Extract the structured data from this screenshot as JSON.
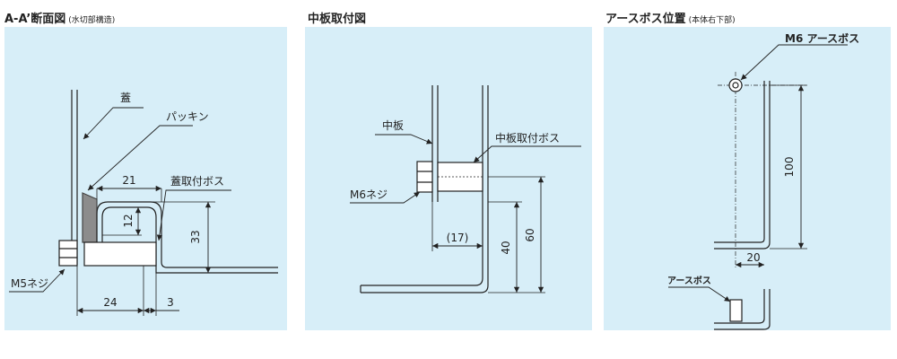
{
  "panels": [
    {
      "title": "A-A’断面図",
      "subtitle": "(水切部構造)"
    },
    {
      "title": "中板取付図",
      "subtitle": ""
    },
    {
      "title": "アースボス位置",
      "subtitle": "(本体右下部)"
    }
  ],
  "section_aa": {
    "labels": {
      "lid": "蓋",
      "packing": "パッキン",
      "lid_boss": "蓋取付ボス",
      "screw": "M5ネジ"
    },
    "dims": {
      "d21": "21",
      "d12": "12",
      "d33": "33",
      "d24": "24",
      "d3": "3"
    }
  },
  "middle_plate": {
    "labels": {
      "plate": "中板",
      "boss": "中板取付ボス",
      "screw": "M6ネジ"
    },
    "dims": {
      "d17": "(17)",
      "d40": "40",
      "d60": "60"
    }
  },
  "earth_boss": {
    "labels": {
      "m6": "M6 アースボス",
      "earth": "アースボス"
    },
    "dims": {
      "d100": "100",
      "d20": "20"
    }
  },
  "colors": {
    "panel_bg": "#d7eef8",
    "line": "#222222",
    "gasket": "#8c8c8c"
  }
}
